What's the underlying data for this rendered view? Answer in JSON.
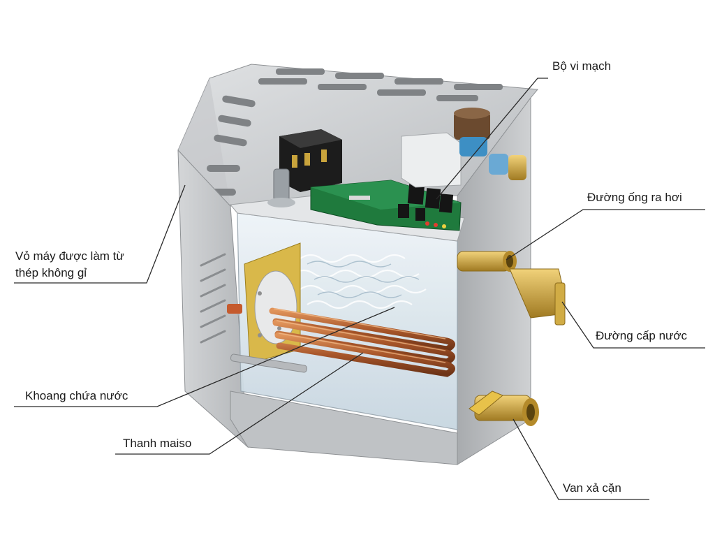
{
  "labels": {
    "circuit_board": "Bộ vi mạch",
    "steam_outlet": "Đường ống ra hơi",
    "water_inlet": "Đường cấp nước",
    "drain_valve": "Van xả cặn",
    "housing_line1": "Vỏ máy được làm từ",
    "housing_line2": "thép không gỉ",
    "water_chamber": "Khoang chứa nước",
    "heating_element": "Thanh maiso"
  },
  "colors": {
    "steel": "#c9cbcd",
    "steel_dark": "#9ea1a4",
    "copper": "#b5642f",
    "brass": "#c9a43c",
    "pcb": "#1f7a3d",
    "water": "#d7e6ef",
    "valve_blue": "#3d8fc4",
    "leader_line": "#2a2a2a"
  }
}
